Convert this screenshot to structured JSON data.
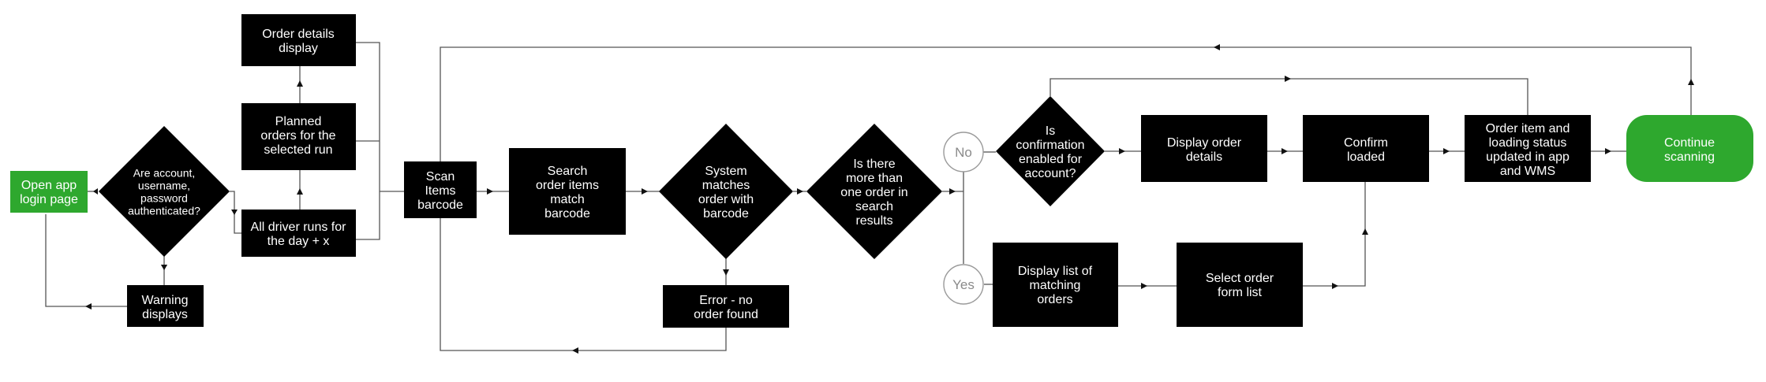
{
  "colors": {
    "process": "#000000",
    "terminal": "#2ea82e",
    "text": "#ffffff",
    "edge": "#555555",
    "choice_stroke": "#9a9a9a"
  },
  "nodes": {
    "open_app": [
      "Open app",
      "login page"
    ],
    "authenticated": [
      "Are account,",
      "username,",
      "password",
      "authenticated?"
    ],
    "warning": [
      "Warning",
      "displays"
    ],
    "order_details_display": [
      "Order details",
      "display"
    ],
    "planned_orders": [
      "Planned",
      "orders for the",
      "selected run"
    ],
    "driver_runs": [
      "All driver runs for",
      "the day + x"
    ],
    "scan_items": [
      "Scan",
      "Items",
      "barcode"
    ],
    "search_items": [
      "Search",
      "order items",
      "match",
      "barcode"
    ],
    "system_matches": [
      "System",
      "matches",
      "order with",
      "barcode"
    ],
    "error_no_order": [
      "Error - no",
      "order found"
    ],
    "more_than_one": [
      "Is there",
      "more than",
      "one order in",
      "search",
      "results"
    ],
    "no": "No",
    "yes": "Yes",
    "confirmation_enabled": [
      "Is",
      "confirmation",
      "enabled for",
      "account?"
    ],
    "display_order_details": [
      "Display order",
      "details"
    ],
    "confirm_loaded": [
      "Confirm",
      "loaded"
    ],
    "status_updated": [
      "Order item and",
      "loading status",
      "updated in app",
      "and WMS"
    ],
    "continue_scanning": [
      "Continue",
      "scanning"
    ],
    "display_list": [
      "Display list of",
      "matching",
      "orders"
    ],
    "select_order": [
      "Select order",
      "form list"
    ]
  }
}
